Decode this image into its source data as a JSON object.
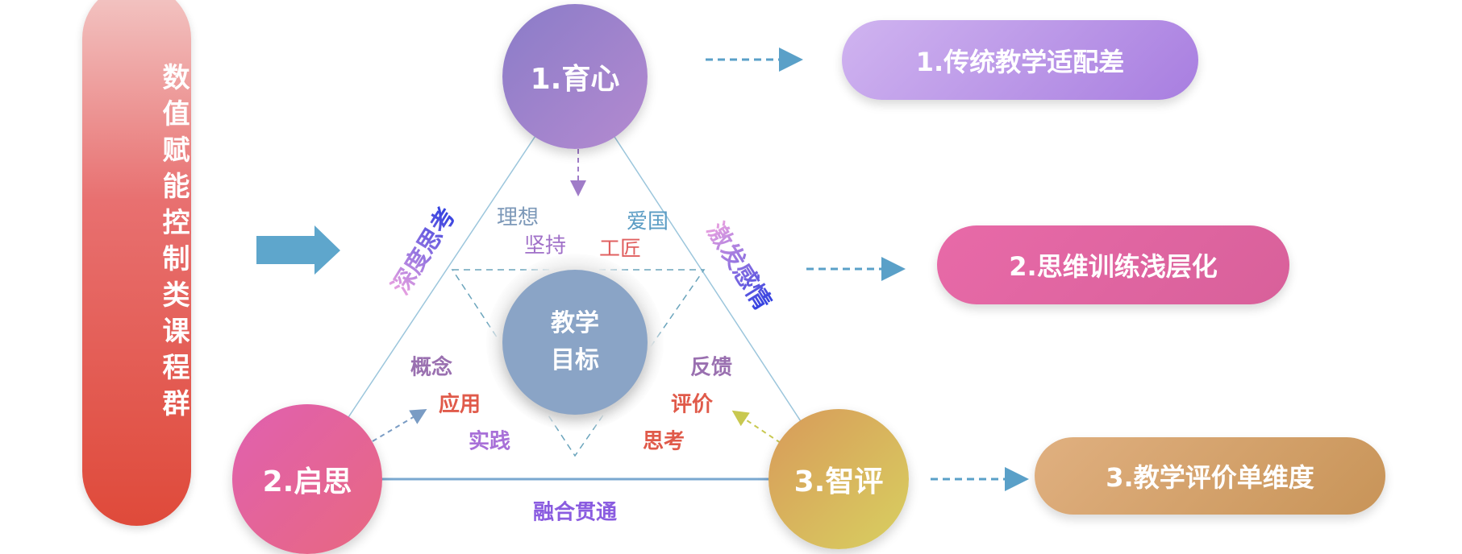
{
  "left_title": "数值赋能控制类课程群",
  "nodes": {
    "top": "1.育心",
    "left": "2.启思",
    "right": "3.智评",
    "center_line1": "教学",
    "center_line2": "目标"
  },
  "edges": {
    "left": "深度思考",
    "right": "激发感情",
    "bottom": "融合贯通"
  },
  "top_words": [
    "理想",
    "爱国",
    "坚持",
    "工匠"
  ],
  "left_words": [
    "概念",
    "应用",
    "实践"
  ],
  "right_words": [
    "反馈",
    "评价",
    "思考"
  ],
  "problems": [
    "1.传统教学适配差",
    "2.思维训练浅层化",
    "3.教学评价单维度"
  ]
}
